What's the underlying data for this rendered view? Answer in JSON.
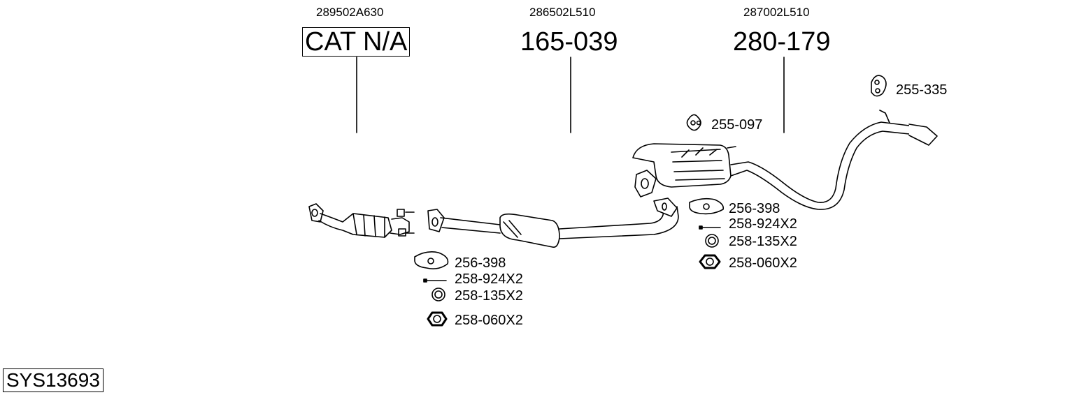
{
  "diagram": {
    "system_id": "SYS13693",
    "sections": [
      {
        "oem": "289502A630",
        "part": "CAT N/A"
      },
      {
        "oem": "286502L510",
        "part": "165-039"
      },
      {
        "oem": "287002L510",
        "part": "280-179"
      }
    ],
    "left_kit": [
      "256-398",
      "258-924X2",
      "258-135X2",
      "258-060X2"
    ],
    "right_kit": [
      "256-398",
      "258-924X2",
      "258-135X2",
      "258-060X2"
    ],
    "hangers": [
      "255-097",
      "255-335"
    ]
  }
}
